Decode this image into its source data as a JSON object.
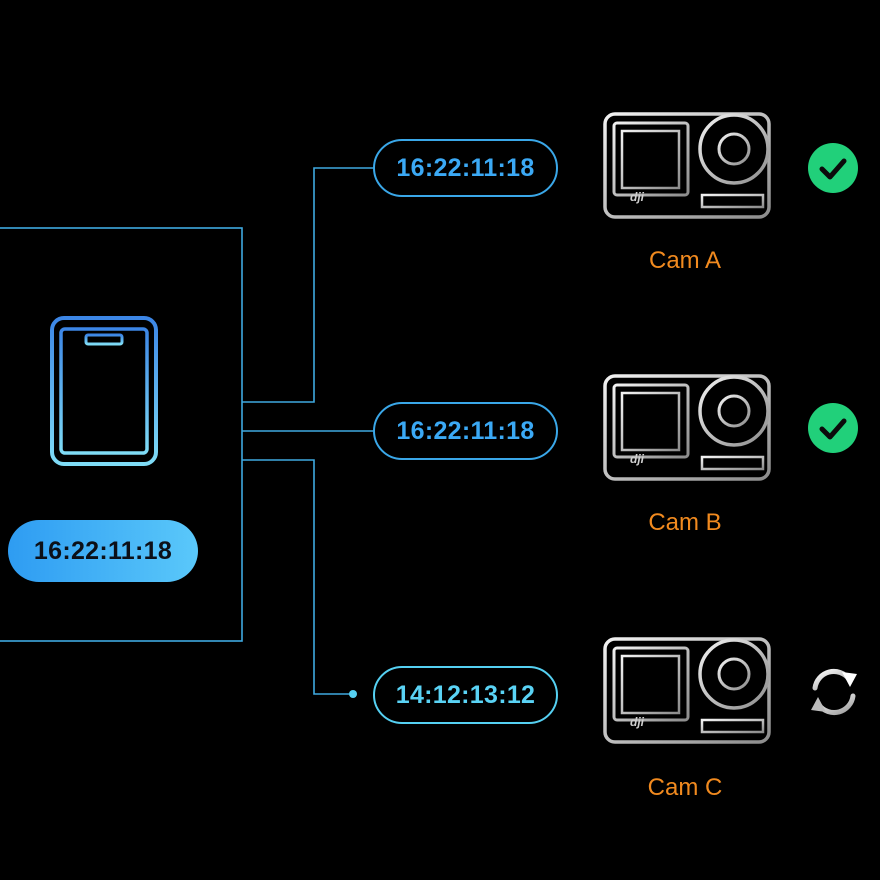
{
  "master": {
    "timecode": "16:22:11:18",
    "icon": "phone-icon"
  },
  "cameras": [
    {
      "name": "Cam A",
      "timecode": "16:22:11:18",
      "status": "synced",
      "status_icon": "check-icon",
      "logo": "dji"
    },
    {
      "name": "Cam B",
      "timecode": "16:22:11:18",
      "status": "synced",
      "status_icon": "check-icon",
      "logo": "dji"
    },
    {
      "name": "Cam C",
      "timecode": "14:12:13:12",
      "status": "syncing",
      "status_icon": "sync-icon",
      "logo": "dji"
    }
  ],
  "colors": {
    "background": "#000000",
    "line": "#3fa9e0",
    "accent_blue": "#3ba9f5",
    "accent_cyan": "#5ad3f5",
    "label_orange": "#f18a1f",
    "check_green": "#21d07a"
  }
}
